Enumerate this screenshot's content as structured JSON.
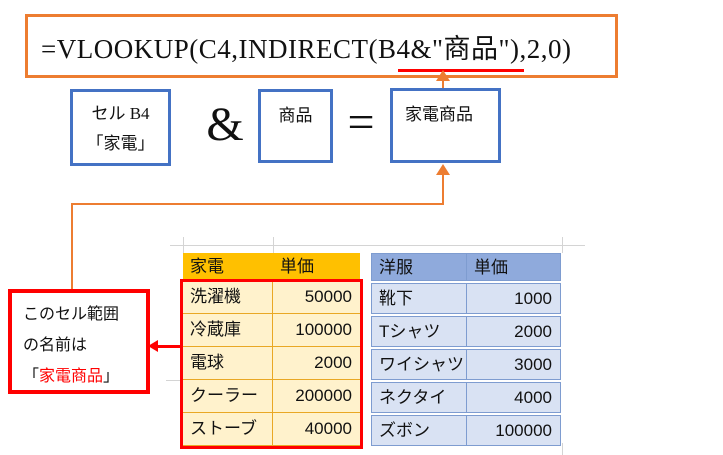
{
  "formula_box": {
    "formula": "=VLOOKUP(C4,INDIRECT(B4&\"商品\"),2,0)"
  },
  "concat_row": {
    "cell_box": {
      "line1": "セル B4",
      "line2": "「家電」"
    },
    "ampersand": "&",
    "suffix_box": {
      "label": "商品"
    },
    "equals": "=",
    "result_box": {
      "label": "家電商品"
    }
  },
  "callout": {
    "line1": "このセル範囲",
    "line2": "の名前は",
    "bracket_open": "「",
    "range_name": "家電商品",
    "bracket_close": "」"
  },
  "kaden_table": {
    "headers": [
      "家電",
      "単価"
    ],
    "rows": [
      [
        "洗濯機",
        "50000"
      ],
      [
        "冷蔵庫",
        "100000"
      ],
      [
        "電球",
        "2000"
      ],
      [
        "クーラー",
        "200000"
      ],
      [
        "ストーブ",
        "40000"
      ]
    ]
  },
  "yofuku_table": {
    "headers": [
      "洋服",
      "単価"
    ],
    "rows": [
      [
        "靴下",
        "1000"
      ],
      [
        "Tシャツ",
        "2000"
      ],
      [
        "ワイシャツ",
        "3000"
      ],
      [
        "ネクタイ",
        "4000"
      ],
      [
        "ズボン",
        "100000"
      ]
    ]
  },
  "colors": {
    "accent_orange": "#ED7D31",
    "box_blue": "#4472C4",
    "highlight_red": "#FF0000",
    "kaden_header_bg": "#FFC000",
    "kaden_row_bg": "#FFF2CC",
    "yofuku_header_bg": "#8FAADC",
    "yofuku_row_bg": "#D9E2F3"
  }
}
